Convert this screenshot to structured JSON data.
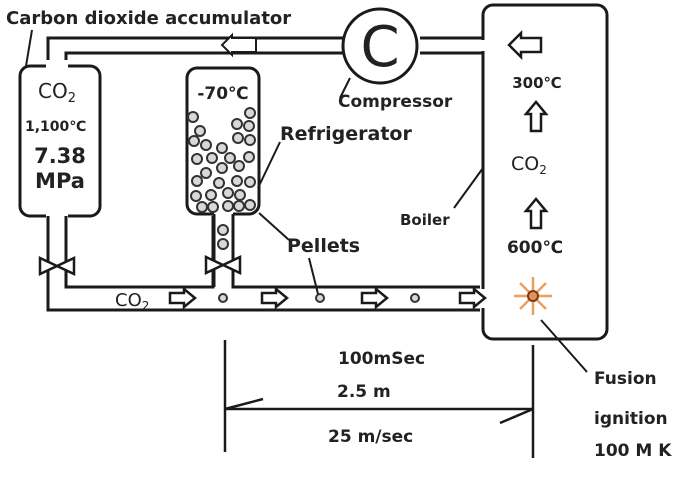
{
  "diagram": {
    "labels": {
      "accumulator": "Carbon dioxide accumulator",
      "compressor_symbol": "C",
      "compressor": "Compressor",
      "refrigerator": "Refrigerator",
      "pellets": "Pellets",
      "boiler": "Boiler",
      "fusion_line1": "Fusion",
      "fusion_line2": "ignition",
      "fusion_line3": "100 M K"
    },
    "accumulator_tank": {
      "gas": "CO",
      "gas_sub": "2",
      "temperature": "1,100℃",
      "pressure_value": "7.38",
      "pressure_unit": "MPa"
    },
    "refrigerator_tank": {
      "temperature": "-70℃"
    },
    "pipe_flow": {
      "gas": "CO",
      "gas_sub": "2"
    },
    "boiler_tank": {
      "outlet_temperature": "300℃",
      "gas": "CO",
      "gas_sub": "2",
      "inlet_temperature": "600℃"
    },
    "dimension": {
      "time": "100mSec",
      "distance": "2.5 m",
      "speed": "25 m/sec"
    },
    "colors": {
      "line": "#1a1a1a",
      "ignition": "#e8a060",
      "ignition_core": "#c0602a"
    }
  }
}
